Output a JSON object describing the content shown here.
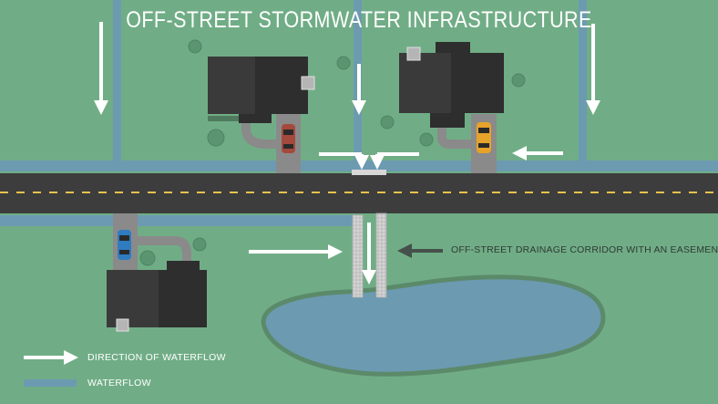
{
  "title": "OFF-STREET STORMWATER INFRASTRUCTURE",
  "callout": "OFF-STREET DRAINAGE CORRIDOR WITH AN EASEMENT",
  "legend": {
    "direction_label": "DIRECTION OF WATERFLOW",
    "waterflow_label": "WATERFLOW"
  },
  "colors": {
    "grass": "#70ad86",
    "waterflow": "#6c9ab1",
    "road": "#3d3d3d",
    "pond": "#6c9ab1",
    "building": "#333333",
    "driveway": "#8a8a8a",
    "arrow": "#ffffff",
    "car_red": "#a44a3c",
    "car_yellow": "#e7a22a",
    "car_blue": "#2f7cc0"
  }
}
